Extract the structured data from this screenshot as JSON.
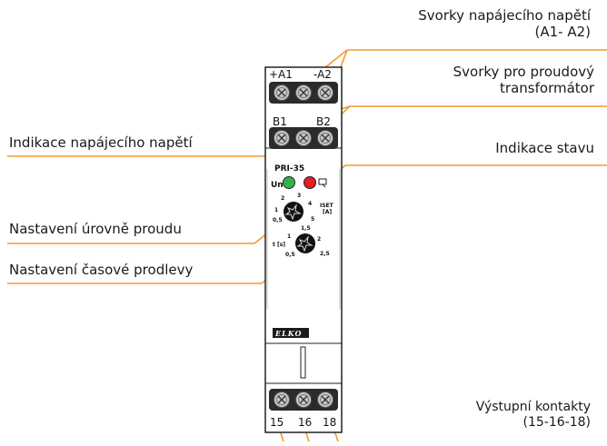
{
  "callouts": {
    "supply_terminals": {
      "line1": "Svorky napájecího napětí",
      "line2": "(A1- A2)"
    },
    "ct_terminals": {
      "line1": "Svorky pro proudový",
      "line2": "transformátor"
    },
    "supply_indication": "Indikace napájecího napětí",
    "status_indication": "Indikace stavu",
    "current_level": "Nastavení úrovně proudu",
    "time_delay": "Nastavení časové prodlevy",
    "output_contacts": {
      "line1": "Výstupní kontakty",
      "line2": "(15-16-18)"
    }
  },
  "device": {
    "model": "PRI-35",
    "brand": "ELKO",
    "terminals_top": {
      "plus_a1": "+A1",
      "minus_a2": "-A2"
    },
    "terminals_ct": {
      "b1": "B1",
      "b2": "B2"
    },
    "terminals_bottom": [
      "15",
      "16",
      "18"
    ],
    "led_un_label": "Un",
    "iset_label": "ISET",
    "iset_unit": "[A]",
    "current_scale": [
      "0,5",
      "1",
      "2",
      "3",
      "4",
      "5"
    ],
    "time_label": "t [s]",
    "time_scale": [
      "0,5",
      "1",
      "1,5",
      "2",
      "2,5"
    ]
  },
  "colors": {
    "callout_line": "#f39a2b",
    "led_supply": "#2fb54a",
    "led_status": "#e31e24",
    "terminal_dark": "#2b2b2b",
    "screw": "#c8c8c8"
  }
}
